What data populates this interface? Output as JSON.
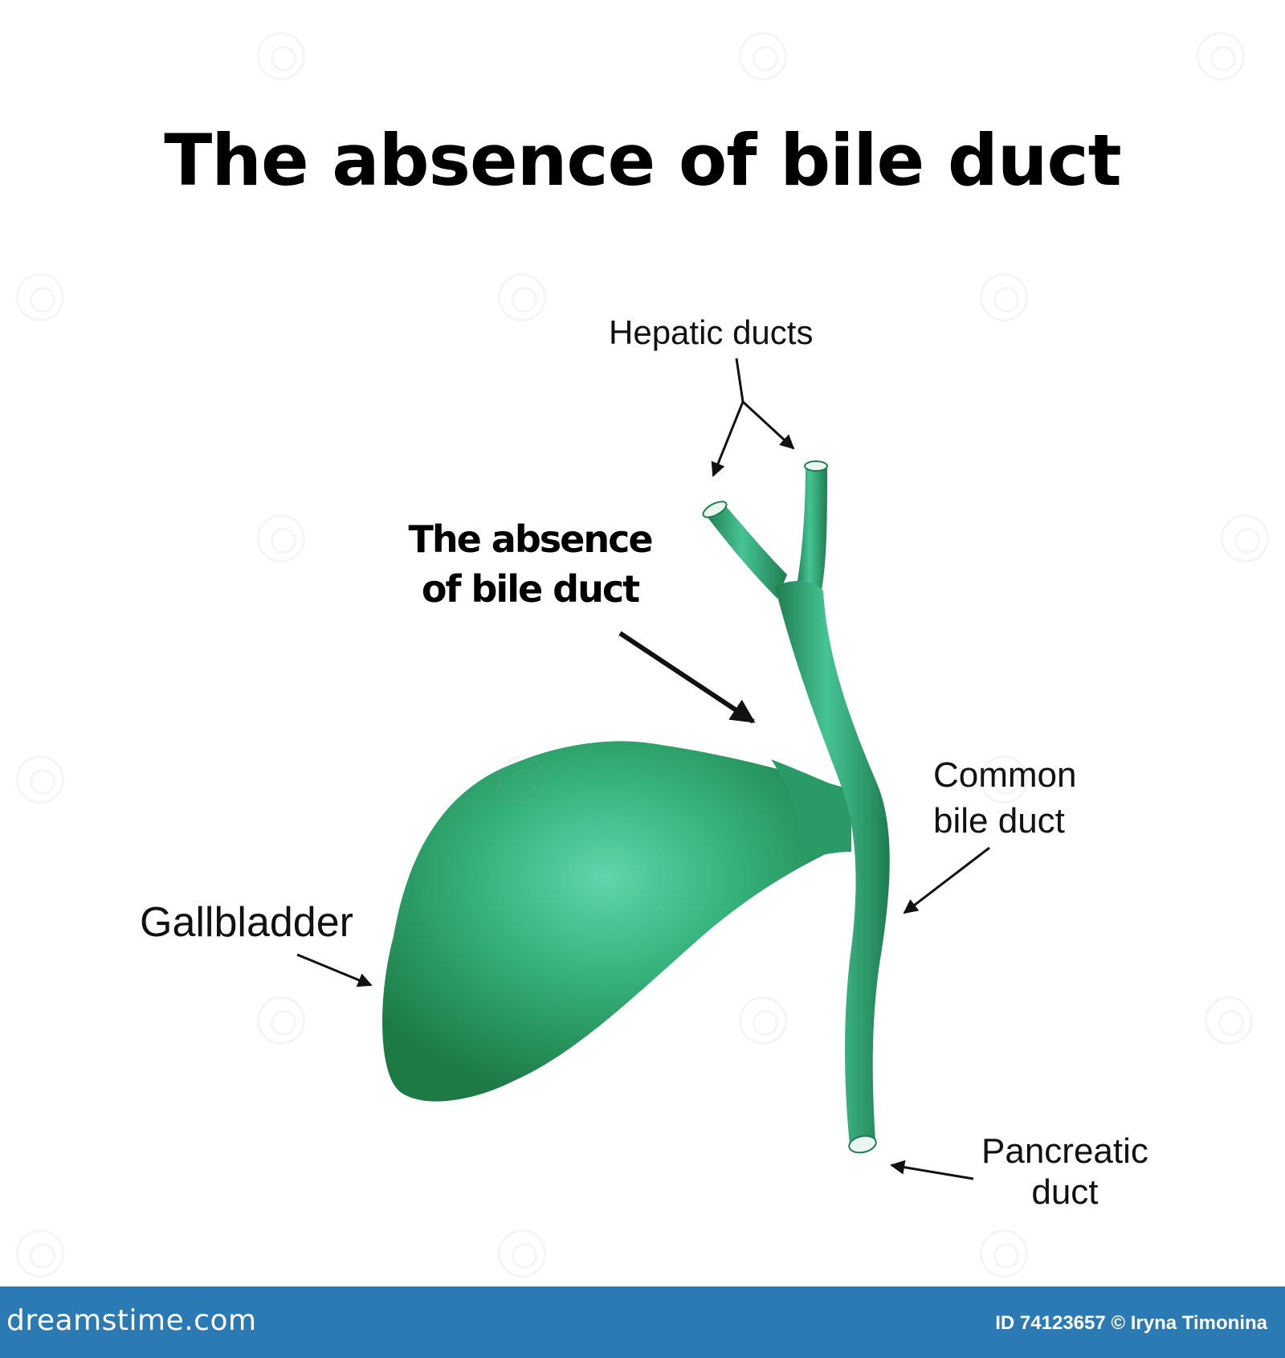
{
  "title": "The absence of bile duct",
  "labels": {
    "hepatic_ducts": "Hepatic ducts",
    "absence_line1": "The absence",
    "absence_line2": "of bile duct",
    "common_line1": "Common",
    "common_line2": "bile duct",
    "gallbladder": "Gallbladder",
    "pancreatic_line1": "Pancreatic",
    "pancreatic_line2": "duct"
  },
  "footer": {
    "logo": "dreamstime.com",
    "credit": "ID 74123657 © Iryna Timonina"
  },
  "colors": {
    "organ_dark": "#1f7a45",
    "organ_mid": "#2ea86a",
    "organ_light": "#5fd6ac",
    "footer_bg": "#2b7ab4"
  }
}
